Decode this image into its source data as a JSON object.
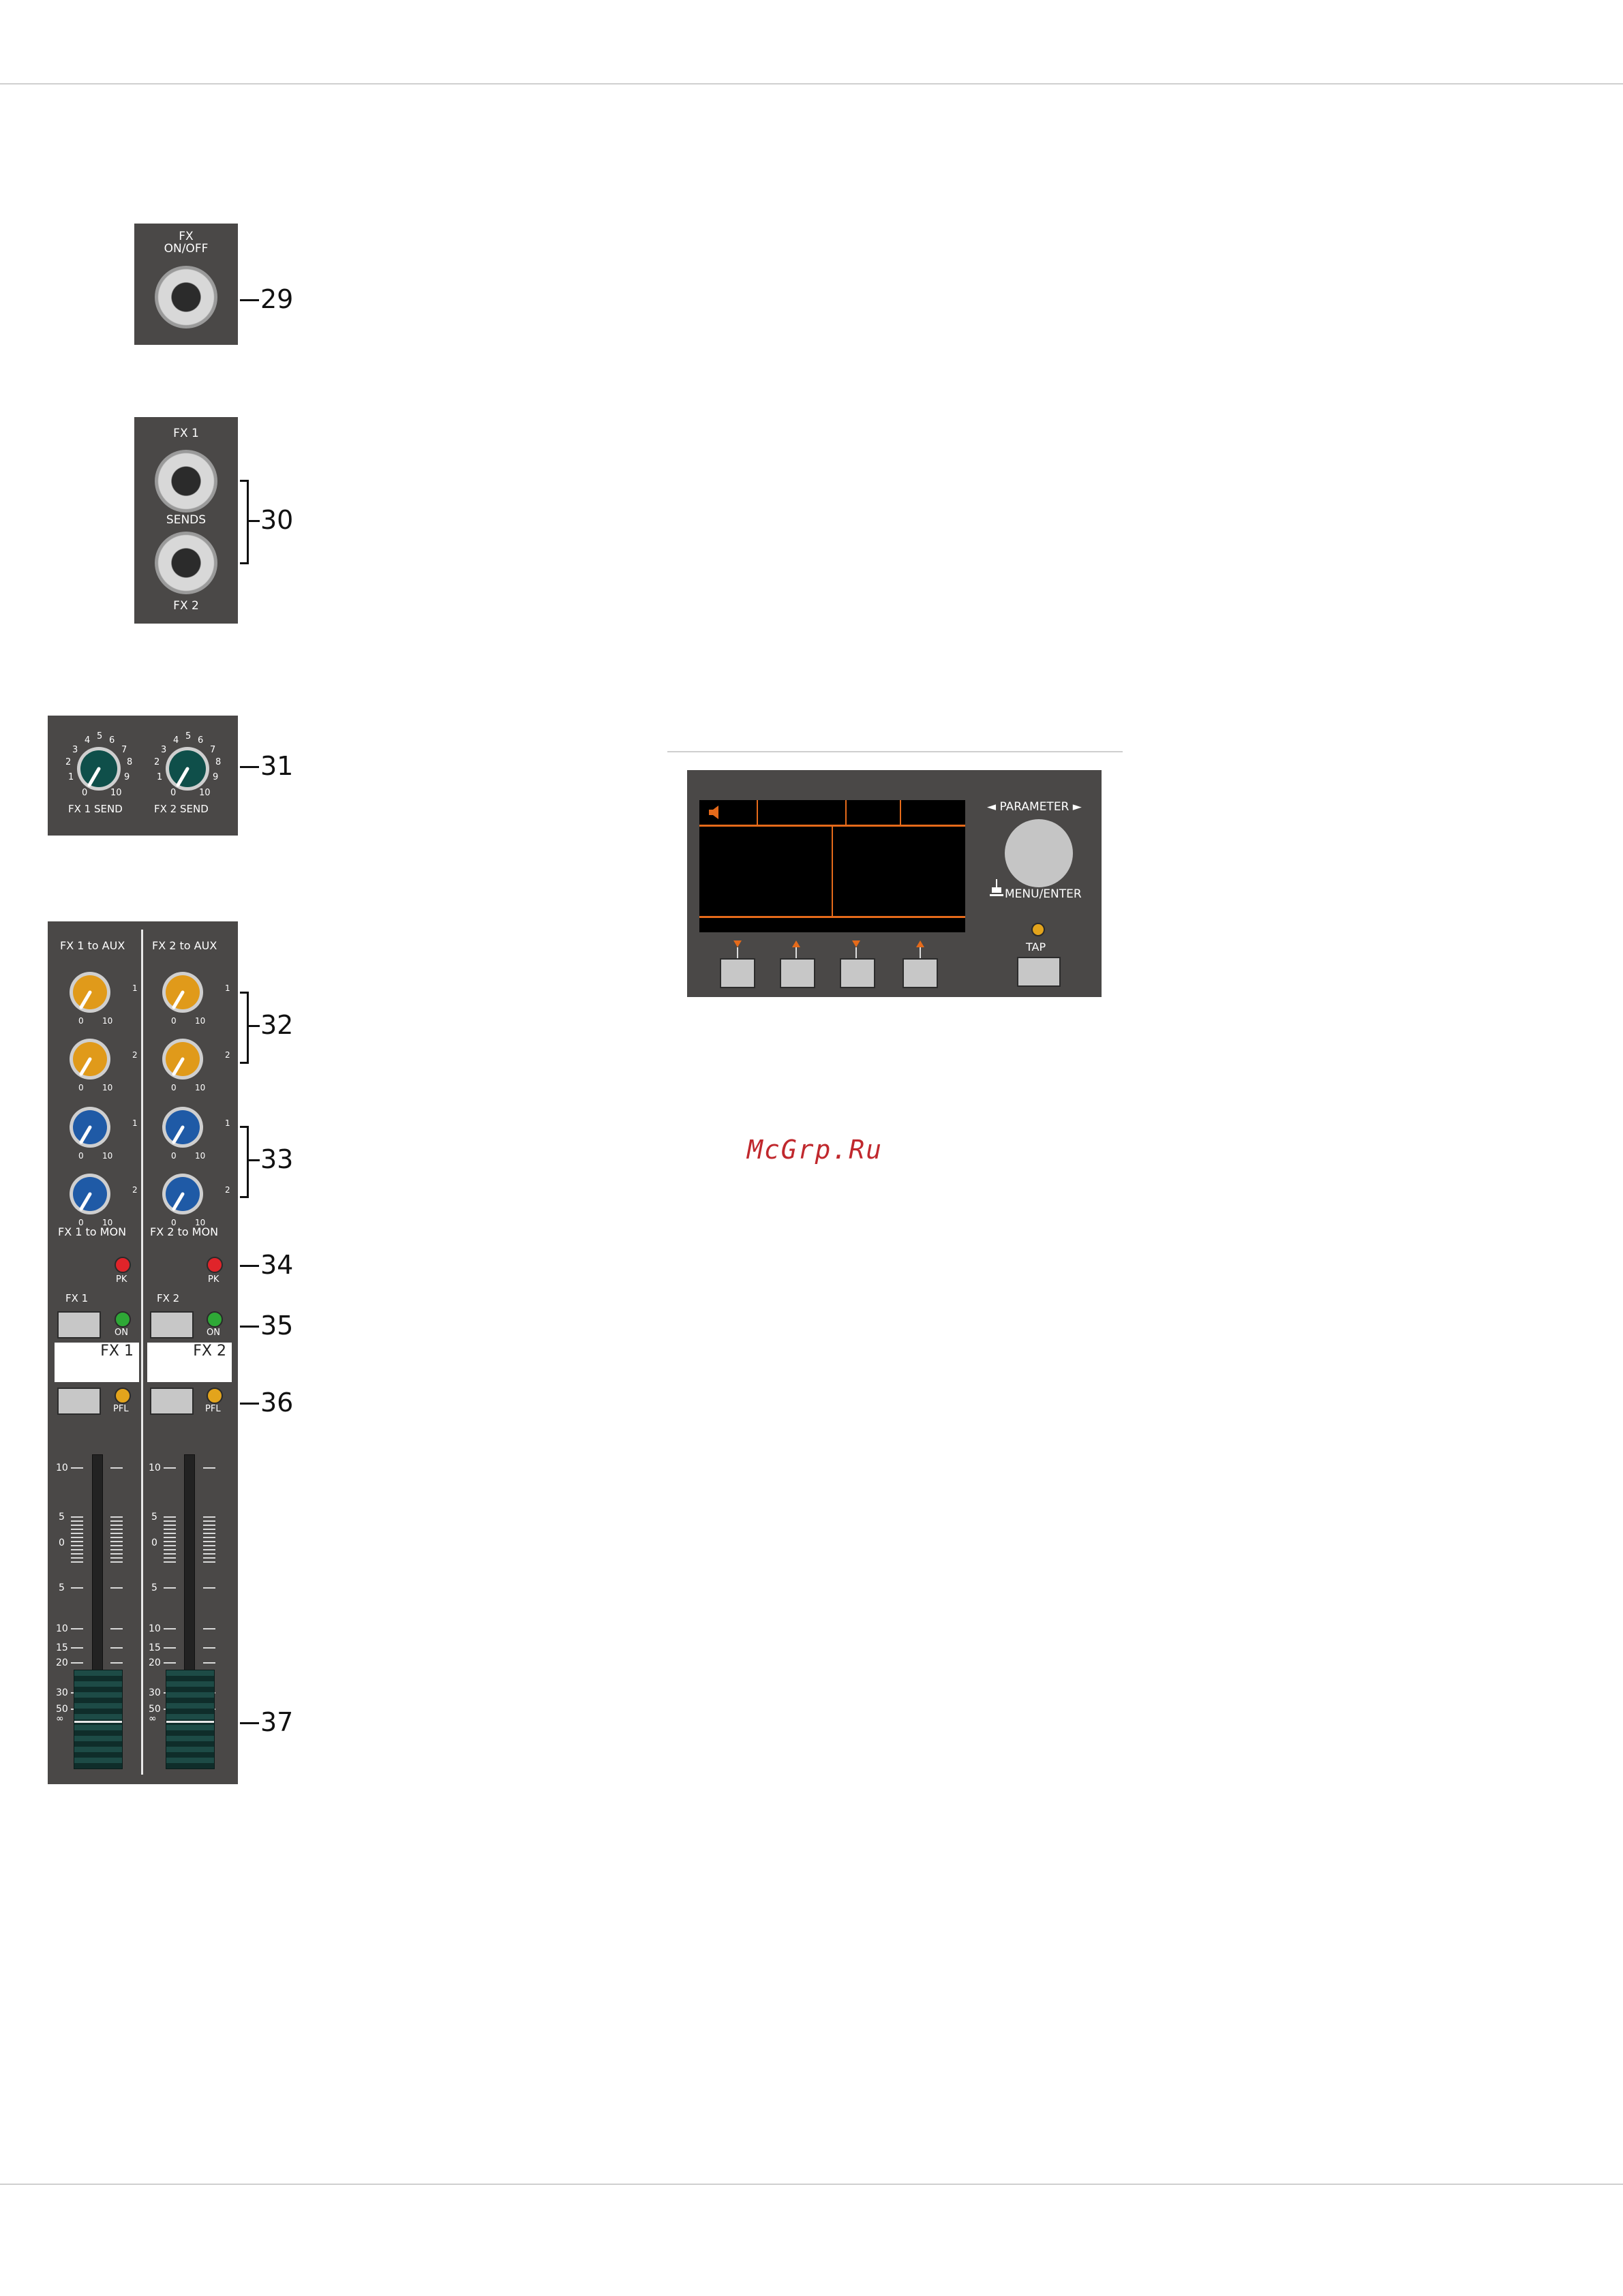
{
  "fx_onoff": {
    "label_line1": "FX",
    "label_line2": "ON/OFF",
    "callout": "29"
  },
  "fx_sends": {
    "top_label": "FX 1",
    "middle_label": "SENDS",
    "bottom_label": "FX 2",
    "callout": "30"
  },
  "fx_send_knobs": {
    "left_label": "FX 1 SEND",
    "right_label": "FX 2 SEND",
    "callout": "31",
    "scale": [
      "0",
      "1",
      "2",
      "3",
      "4",
      "5",
      "6",
      "7",
      "8",
      "9",
      "10"
    ]
  },
  "channels": {
    "ch1": {
      "aux_label": "FX 1 to AUX",
      "mon_label": "FX 1 to MON",
      "pk": "PK",
      "name": "FX 1",
      "on": "ON",
      "strip": "FX 1",
      "pfl": "PFL"
    },
    "ch2": {
      "aux_label": "FX 2 to AUX",
      "mon_label": "FX 2 to MON",
      "pk": "PK",
      "name": "FX 2",
      "on": "ON",
      "strip": "FX 2",
      "pfl": "PFL"
    },
    "aux_numbers": [
      "1",
      "2"
    ],
    "fader_scale": [
      "10",
      "5",
      "0",
      "5",
      "10",
      "15",
      "20",
      "30",
      "50",
      "∞"
    ]
  },
  "callouts": {
    "aux": "32",
    "mon": "33",
    "pk": "34",
    "on": "35",
    "pfl": "36",
    "fader": "37"
  },
  "effects_panel": {
    "parameter_label": "◄ PARAMETER ►",
    "menu_label": "MENU/ENTER",
    "tap_label": "TAP",
    "speaker_icon": "speaker-icon",
    "accent": "#e56a1a"
  },
  "watermark": "McGrp.Ru",
  "colors": {
    "panel": "#4a4847",
    "knob_orange": "#e09a1a",
    "knob_blue": "#1f5aa6",
    "knob_teal": "#0f4f4a",
    "led_red": "#e0242a",
    "led_green": "#2ea836",
    "led_amber": "#e3a41c"
  }
}
